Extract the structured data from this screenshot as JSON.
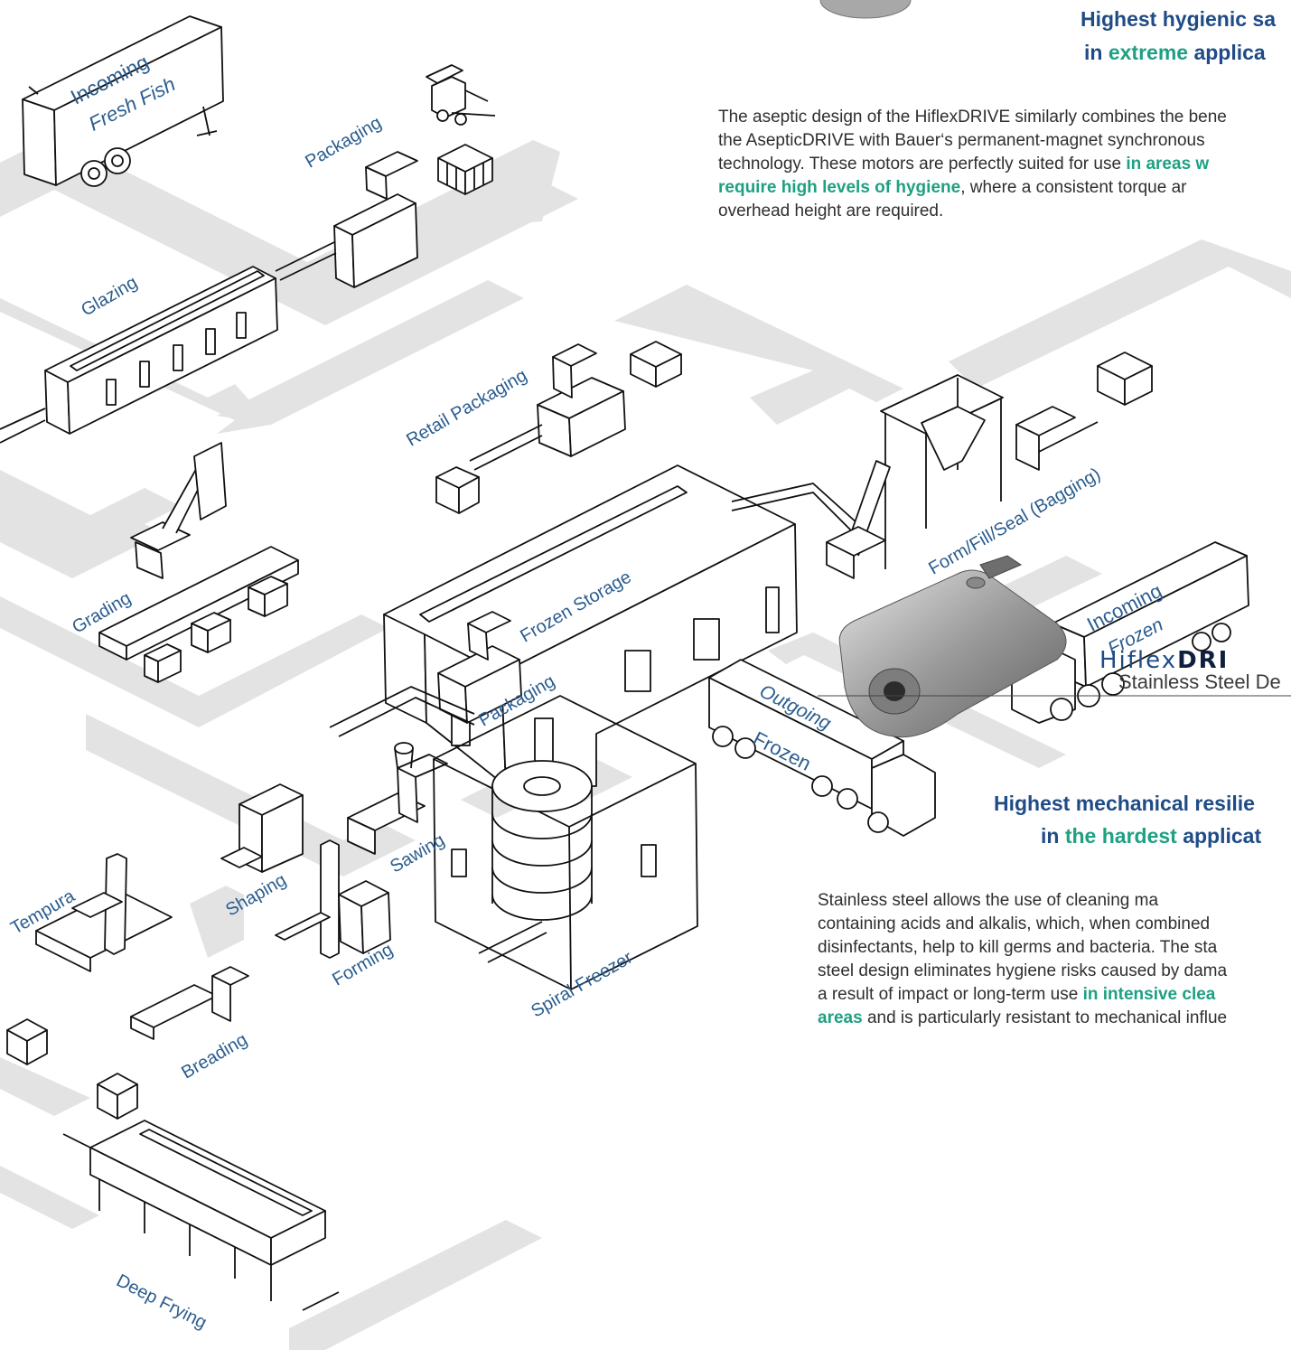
{
  "colors": {
    "label_blue": "#2a5d8f",
    "heading_blue": "#1f4b86",
    "accent_green": "#1fa083",
    "arrow_gray": "#e2e2e2",
    "text": "#2f2f2f"
  },
  "labels": {
    "incoming_fresh_1": "Incoming",
    "incoming_fresh_2": "Fresh Fish",
    "packaging_top": "Packaging",
    "glazing": "Glazing",
    "retail_packaging": "Retail Packaging",
    "form_fill_seal": "Form/Fill/Seal (Bagging)",
    "grading": "Grading",
    "frozen_storage": "Frozen Storage",
    "incoming_frozen_1": "Incoming",
    "incoming_frozen_2": "Frozen",
    "outgoing_1": "Outgoing",
    "outgoing_2": "Frozen",
    "shaping": "Shaping",
    "sawing": "Sawing",
    "forming": "Forming",
    "tempura": "Tempura",
    "breading": "Breading",
    "packaging_bottom": "Packaging",
    "spiral_freezer": "Spiral Freezer",
    "deep_frying": "Deep Frying"
  },
  "top_panel": {
    "heading_line1": "Highest hygienic sa",
    "heading_line2_pre": "in ",
    "heading_line2_hl": "extreme",
    "heading_line2_post": " applica",
    "para_lines": [
      "The aseptic design of the HiflexDRIVE similarly combines the bene",
      "the AsepticDRIVE with Bauer‘s permanent-magnet synchronous",
      "technology. These motors are perfectly suited for use "
    ],
    "para_hl_1": "in areas w",
    "para_hl_2": "require high levels of hygiene",
    "para_after_hl2": ", where a consistent torque ar",
    "para_last": "overhead height are required."
  },
  "bottom_panel": {
    "brand_a": "Hiflex",
    "brand_b": "DRI",
    "subtitle": "Stainless Steel De",
    "heading_line1": "Highest mechanical resilie",
    "heading_line2_pre": "in ",
    "heading_line2_hl": "the hardest",
    "heading_line2_post": " applicat",
    "para_lines": [
      "Stainless  steel  allows  the  use  of  cleaning  ma",
      "containing acids and alkalis, which, when combined",
      "disinfectants, help to kill germs and bacteria. The sta",
      "steel design eliminates hygiene risks caused by dama",
      "a result of impact or long-term use "
    ],
    "para_hl_1": "in intensive clea",
    "para_hl_2": "areas",
    "para_after_hl2": " and is particularly resistant to mechanical influe"
  }
}
